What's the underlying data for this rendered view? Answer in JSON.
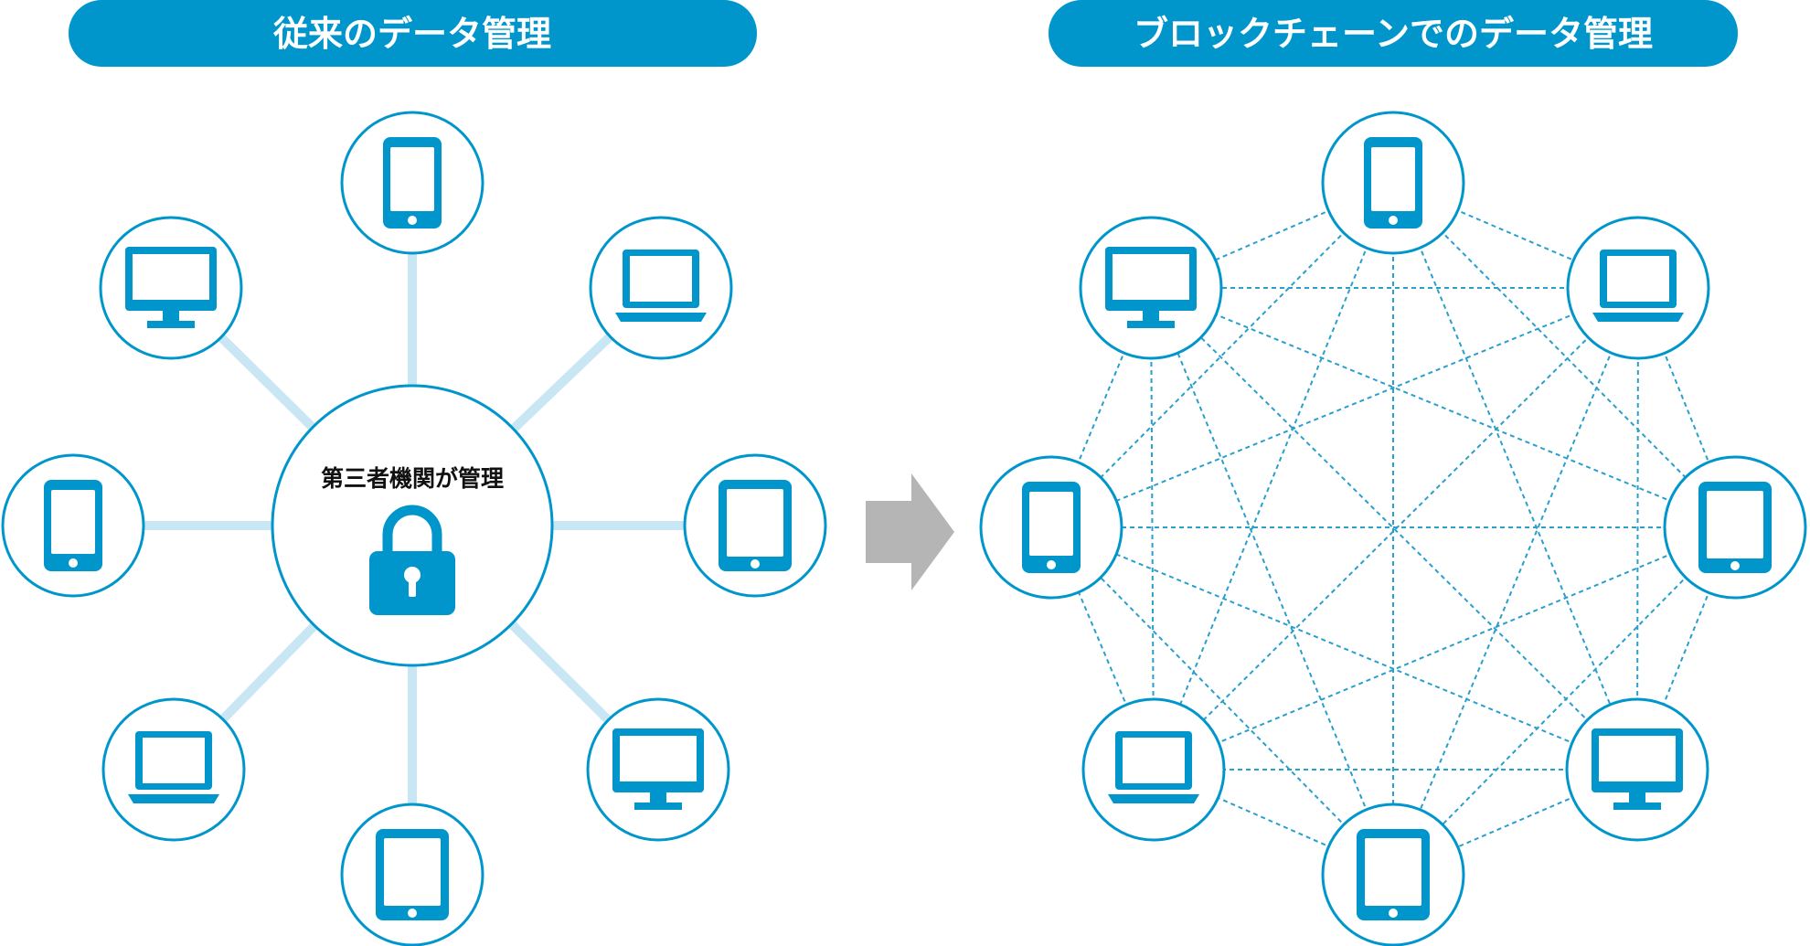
{
  "colors": {
    "primary": "#0096CC",
    "banner": "#0096CC",
    "link_line": "#C9E6F4",
    "mesh_line": "#2A9FCC",
    "arrow": "#B5B5B5",
    "banner_text": "#FFFFFF",
    "hub_text": "#111111"
  },
  "centralized": {
    "title": "従来のデータ管理",
    "hub": {
      "label": "第三者機関が管理",
      "icon": "padlock-icon"
    },
    "devices": [
      {
        "id": "top",
        "icon": "smartphone-icon"
      },
      {
        "id": "top-right",
        "icon": "laptop-icon"
      },
      {
        "id": "right",
        "icon": "tablet-icon"
      },
      {
        "id": "bottom-right",
        "icon": "desktop-monitor-icon"
      },
      {
        "id": "bottom",
        "icon": "tablet-icon"
      },
      {
        "id": "bottom-left",
        "icon": "laptop-icon"
      },
      {
        "id": "left",
        "icon": "smartphone-icon"
      },
      {
        "id": "top-left",
        "icon": "desktop-monitor-icon"
      }
    ]
  },
  "transition": {
    "icon": "right-arrow-icon"
  },
  "blockchain": {
    "title": "ブロックチェーンでのデータ管理",
    "devices": [
      {
        "id": "top",
        "icon": "smartphone-icon"
      },
      {
        "id": "top-right",
        "icon": "laptop-icon"
      },
      {
        "id": "right",
        "icon": "tablet-icon"
      },
      {
        "id": "bottom-right",
        "icon": "desktop-monitor-icon"
      },
      {
        "id": "bottom",
        "icon": "tablet-icon"
      },
      {
        "id": "bottom-left",
        "icon": "laptop-icon"
      },
      {
        "id": "left",
        "icon": "smartphone-icon"
      },
      {
        "id": "top-left",
        "icon": "desktop-monitor-icon"
      }
    ]
  }
}
